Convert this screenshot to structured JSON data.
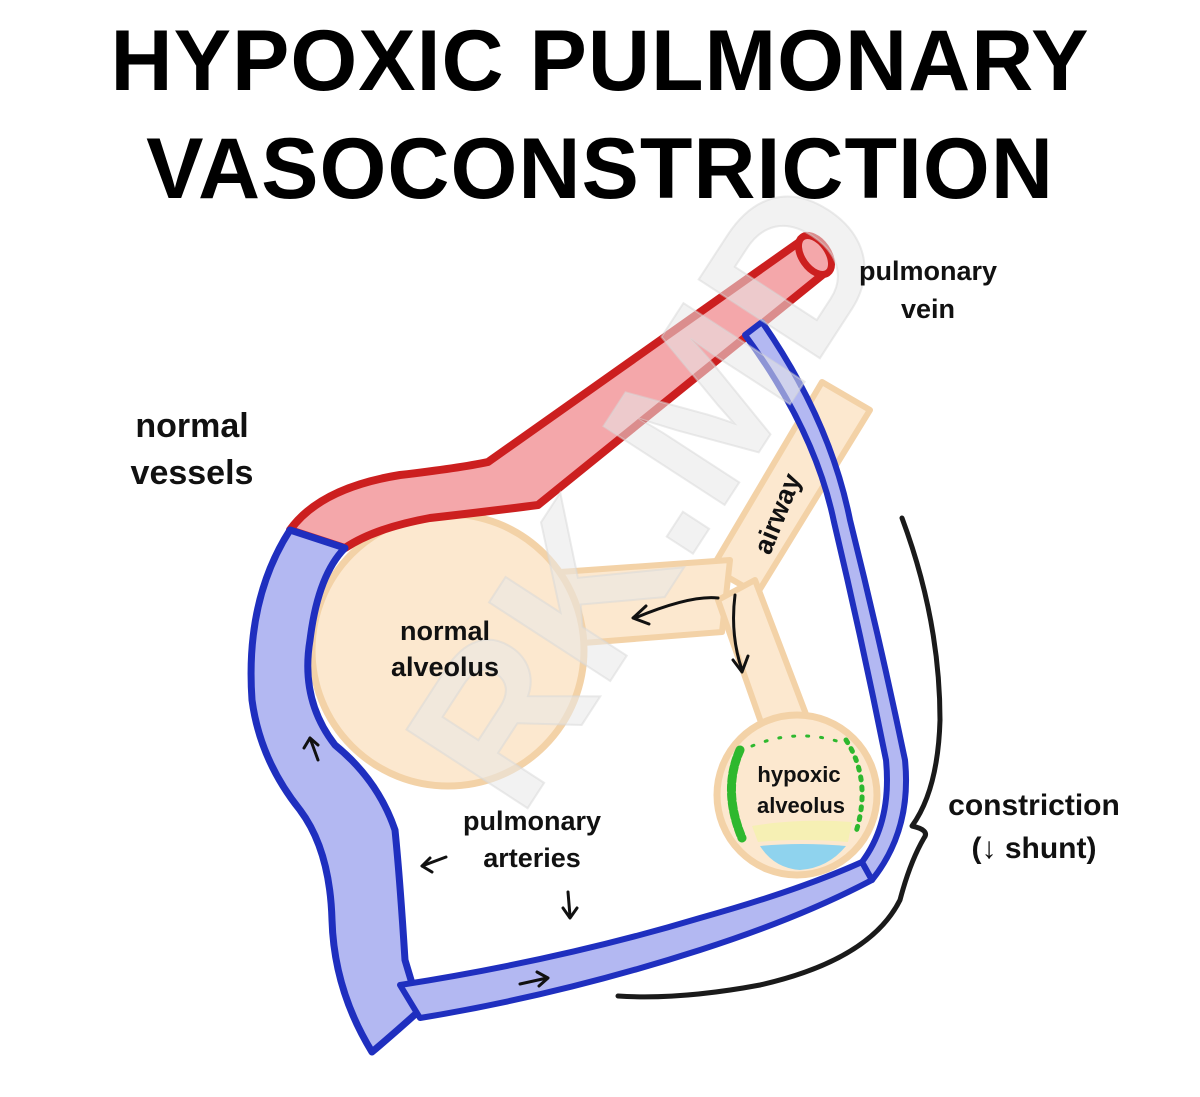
{
  "title": {
    "line1": "HYPOXIC PULMONARY",
    "line2": "VASOCONSTRICTION"
  },
  "labels": {
    "normal_vessels": [
      "normal",
      "vessels"
    ],
    "pulmonary_vein": [
      "pulmonary",
      "vein"
    ],
    "airway": "airway",
    "normal_alveolus": [
      "normal",
      "alveolus"
    ],
    "hypoxic_alveolus": [
      "hypoxic",
      "alveolus"
    ],
    "pulmonary_arteries": [
      "pulmonary",
      "arteries"
    ],
    "constriction": [
      "constriction",
      "(↓ shunt)"
    ]
  },
  "watermark": "RK.MD",
  "colors": {
    "vein_fill": "#f4a7aa",
    "vein_stroke": "#cc1f1f",
    "artery_fill": "#b3b8f2",
    "artery_stroke": "#1f2fbf",
    "alveolus_fill": "#fce8cf",
    "alveolus_stroke": "#f3d2a7",
    "hypoxic_green": "#2eb82e",
    "fluid_blue": "#8fd3ee",
    "fluid_yellow": "#f6f0b4",
    "bracket": "#1a1a1a"
  }
}
